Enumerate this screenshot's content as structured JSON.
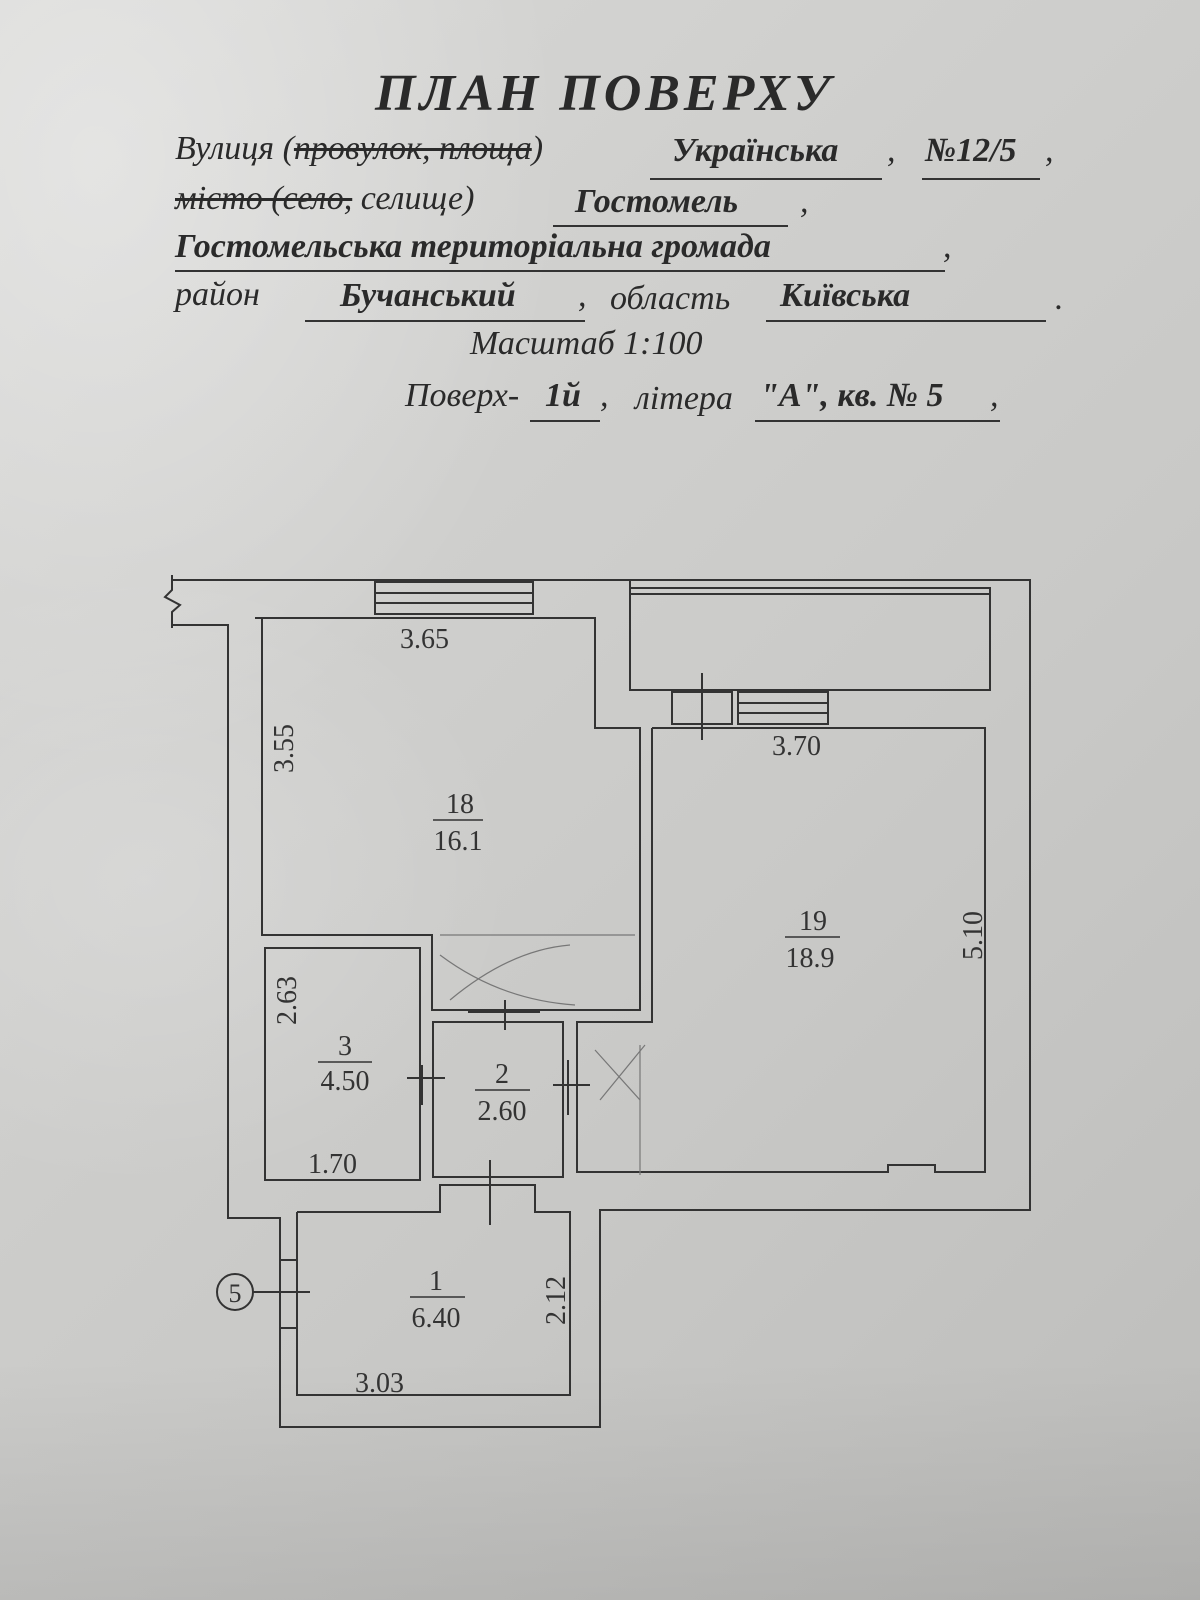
{
  "header": {
    "title": "ПЛАН  ПОВЕРХУ",
    "street_label": "Вулиця (",
    "street_struck": "провулок, площа",
    "street_close": ")",
    "street_value": "Українська",
    "number": "№12/5",
    "city_struck": "місто (село,",
    "city_label": "селище)",
    "city_value": "Гостомель",
    "community": "Гостомельська територіальна  громада",
    "district_label": "район",
    "district_value": "Бучанський",
    "region_label": "область",
    "region_value": "Київська",
    "scale": "Масштаб  1:100",
    "floor_label": "Поверх-",
    "floor_value": "1й",
    "letter_label": "літера",
    "letter_value": "\"А\", кв. № 5"
  },
  "plan": {
    "entrance_marker": "5",
    "rooms": [
      {
        "id": "18",
        "area": "16.1"
      },
      {
        "id": "19",
        "area": "18.9"
      },
      {
        "id": "3",
        "area": "4.50"
      },
      {
        "id": "2",
        "area": "2.60"
      },
      {
        "id": "1",
        "area": "6.40"
      }
    ],
    "dimensions": {
      "room18_width": "3.65",
      "room18_depth": "3.55",
      "room19_width": "3.70",
      "room19_depth": "5.10",
      "room3_depth": "2.63",
      "room3_width": "1.70",
      "room1_depth": "2.12",
      "room1_width": "3.03"
    }
  }
}
